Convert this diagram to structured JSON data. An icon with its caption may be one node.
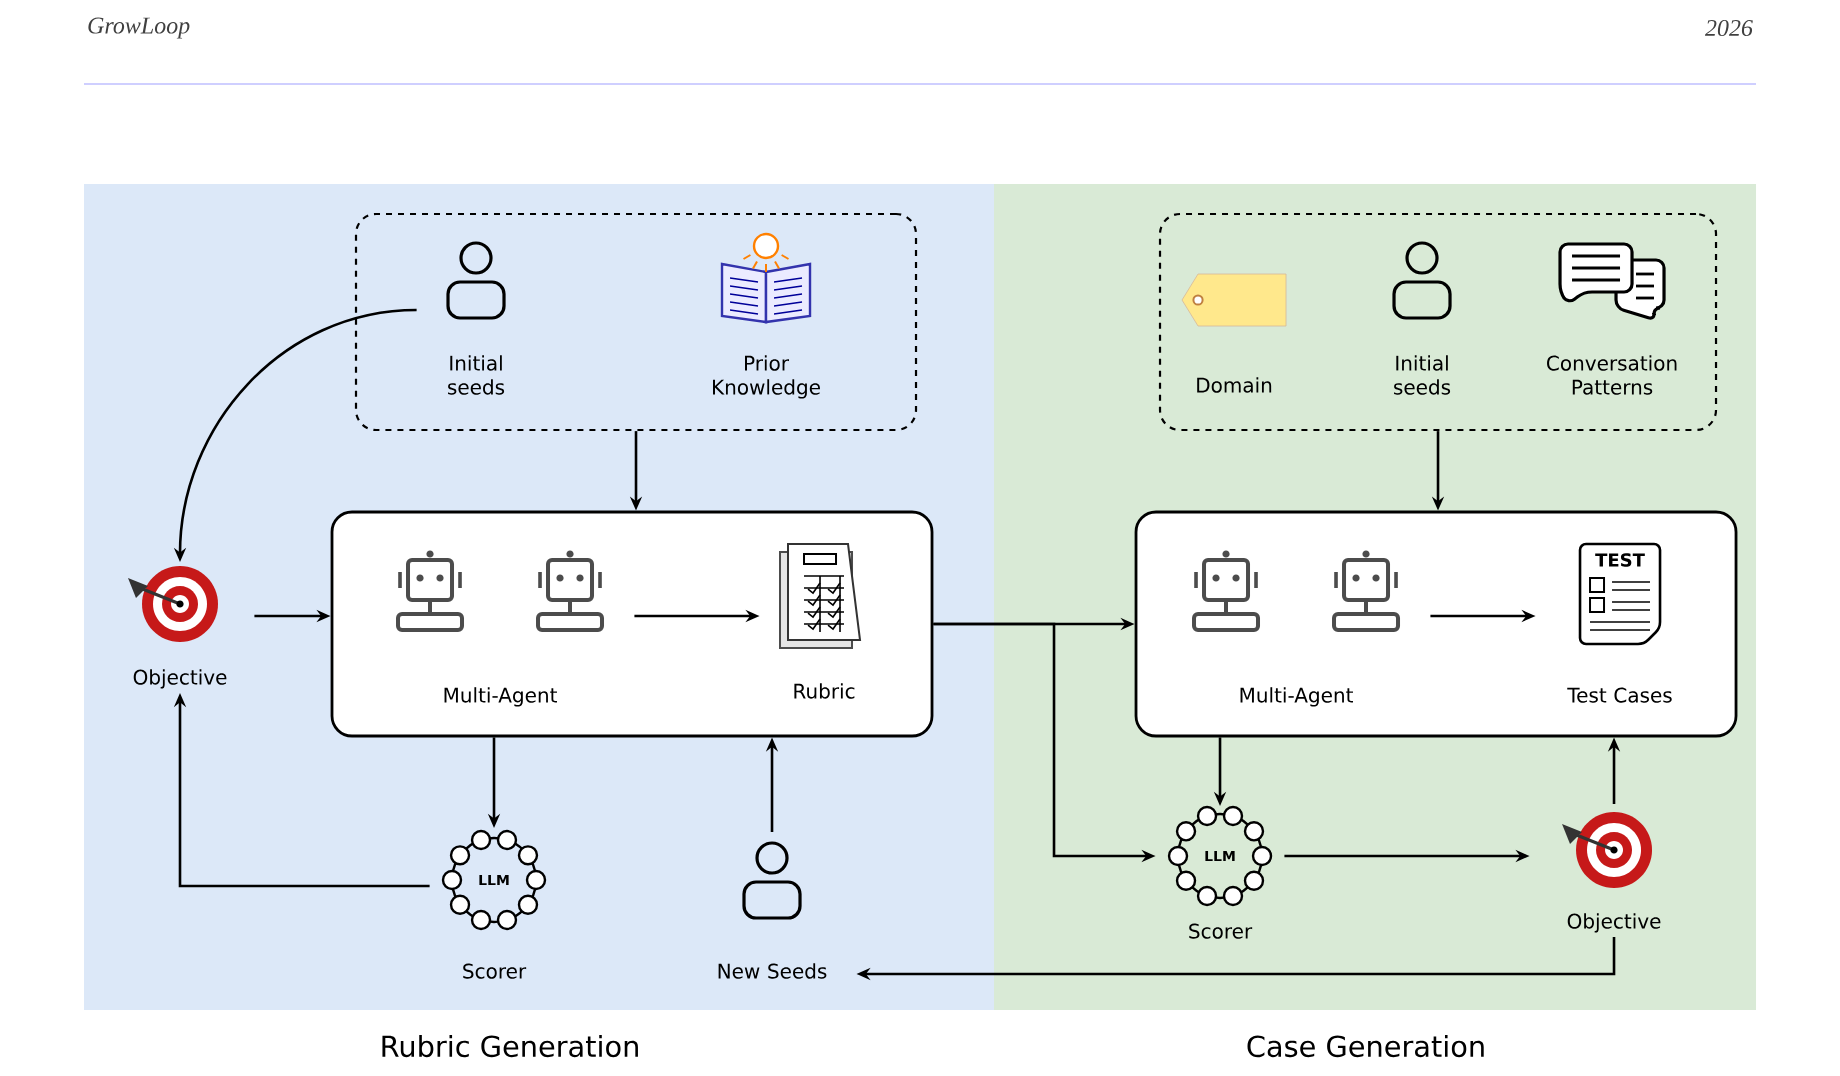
{
  "diagram": {
    "nodes": [
      {
        "text": [],
        "shape": "box"
      },
      {
        "text": [
          "Initial seeds"
        ],
        "in": 0
      },
      {
        "text": [
          "Prior Knowledge"
        ],
        "in": 0
      },
      {
        "text": [
          "Objective"
        ]
      },
      {
        "text": [],
        "shape": "box"
      },
      {
        "text": [
          "Multi-Agent"
        ],
        "in": 4
      },
      {
        "text": [
          "Rubric"
        ],
        "in": 4
      },
      {
        "text": [
          "LLM",
          "Scorer"
        ]
      },
      {
        "text": [
          "New Seeds"
        ]
      },
      {
        "text": [],
        "shape": "box"
      },
      {
        "text": [
          "Domain"
        ],
        "in": 9
      },
      {
        "text": [
          "Initial seeds"
        ],
        "in": 9
      },
      {
        "text": [
          "Conversation Patterns"
        ],
        "in": 9
      },
      {
        "text": [],
        "shape": "box"
      },
      {
        "text": [
          "Multi-Agent"
        ],
        "in": 13
      },
      {
        "text": [
          "TEST",
          "Test Cases"
        ],
        "in": 13
      },
      {
        "text": [
          "LLM",
          "Scorer"
        ]
      },
      {
        "text": [
          "Objective"
        ]
      }
    ],
    "edges": [
      {
        "from": 1,
        "to": 3,
        "arrow": "to"
      },
      {
        "from": 0,
        "to": 4,
        "arrow": "to"
      },
      {
        "from": 3,
        "to": 4,
        "arrow": "to"
      },
      {
        "from": 5,
        "to": 6,
        "arrow": "to"
      },
      {
        "from": 4,
        "to": 7,
        "arrow": "to"
      },
      {
        "from": 7,
        "to": 3,
        "arrow": "to"
      },
      {
        "from": 8,
        "to": 4,
        "arrow": "to"
      },
      {
        "from": 4,
        "to": 13,
        "arrow": "to"
      },
      {
        "from": 4,
        "to": 16,
        "arrow": "to"
      },
      {
        "from": 9,
        "to": 13,
        "arrow": "to"
      },
      {
        "from": 14,
        "to": 15,
        "arrow": "to"
      },
      {
        "from": 13,
        "to": 16,
        "arrow": "to"
      },
      {
        "from": 16,
        "to": 17,
        "arrow": "to"
      },
      {
        "from": 17,
        "to": 13,
        "arrow": "to"
      },
      {
        "from": 17,
        "to": 8,
        "arrow": "to"
      }
    ],
    "labels": [
      "GrowLoop",
      "2026",
      "Rubric Generation",
      "Case Generation"
    ]
  }
}
